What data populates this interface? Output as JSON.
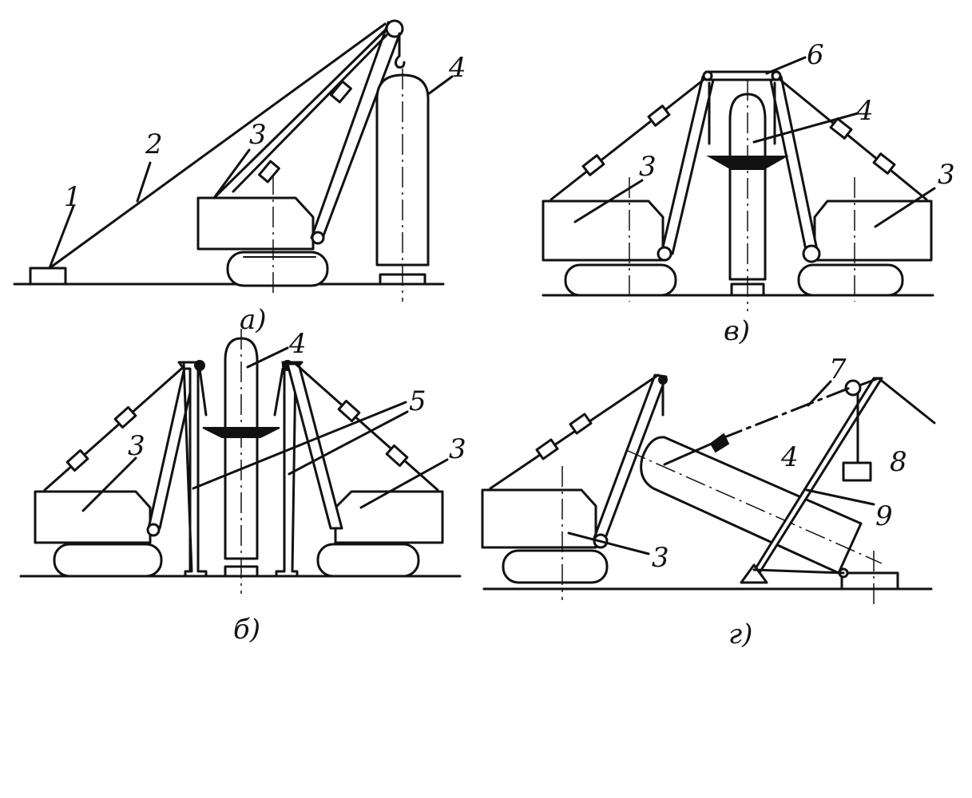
{
  "panels": {
    "a": {
      "caption": "а)",
      "labels": {
        "anchor": "1",
        "rope": "2",
        "crane": "3",
        "vessel": "4"
      }
    },
    "b": {
      "caption": "б)",
      "labels": {
        "vessel": "4",
        "crane_left": "3",
        "crane_right": "3",
        "frames": "5"
      }
    },
    "v": {
      "caption": "в)",
      "labels": {
        "beam": "6",
        "vessel": "4",
        "crane_left": "3",
        "crane_right": "3"
      }
    },
    "g": {
      "caption": "г)",
      "labels": {
        "rope": "7",
        "weight": "8",
        "vessel": "4",
        "mast": "9",
        "crane": "3"
      }
    }
  }
}
